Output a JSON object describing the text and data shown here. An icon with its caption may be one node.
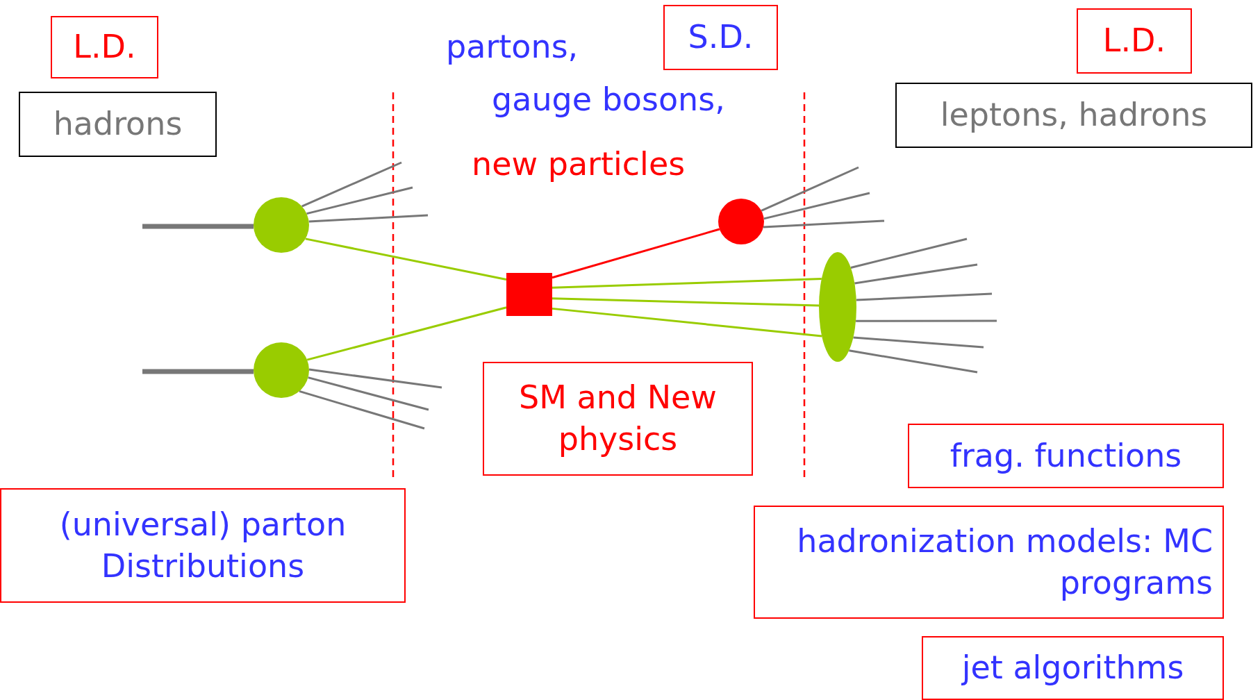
{
  "diagram": {
    "nodes": [
      {
        "text": [
          "L.D."
        ]
      },
      {
        "text": [
          "hadrons"
        ]
      },
      {
        "text": [
          "S.D."
        ]
      },
      {
        "text": [
          "L.D."
        ]
      },
      {
        "text": [
          "leptons, hadrons"
        ]
      },
      {
        "text": [],
        "shape": "circle"
      },
      {
        "text": [],
        "shape": "circle"
      },
      {
        "text": [],
        "shape": "box"
      },
      {
        "text": [],
        "shape": "circle"
      },
      {
        "text": [],
        "shape": "ellipse"
      },
      {
        "text": [
          "SM and New physics"
        ]
      },
      {
        "text": [
          "(universal) parton Distributions"
        ]
      },
      {
        "text": [
          "frag. functions"
        ]
      },
      {
        "text": [
          "hadronization models: MC programs"
        ]
      },
      {
        "text": [
          "jet algorithms"
        ]
      }
    ],
    "edges": [
      {
        "from": null,
        "to": 5,
        "arrow": "none",
        "style": "thick",
        "color": "#777777"
      },
      {
        "from": null,
        "to": 6,
        "arrow": "none",
        "style": "thick",
        "color": "#777777"
      },
      {
        "from": 5,
        "to": null,
        "arrow": "none",
        "color": "#777777"
      },
      {
        "from": 5,
        "to": null,
        "arrow": "none",
        "color": "#777777"
      },
      {
        "from": 5,
        "to": null,
        "arrow": "none",
        "color": "#777777"
      },
      {
        "from": 6,
        "to": null,
        "arrow": "none",
        "color": "#777777"
      },
      {
        "from": 6,
        "to": null,
        "arrow": "none",
        "color": "#777777"
      },
      {
        "from": 6,
        "to": null,
        "arrow": "none",
        "color": "#777777"
      },
      {
        "from": 5,
        "to": 7,
        "arrow": "none",
        "color": "#99cc00"
      },
      {
        "from": 6,
        "to": 7,
        "arrow": "none",
        "color": "#99cc00"
      },
      {
        "from": 7,
        "to": 8,
        "arrow": "none",
        "color": "#ff0000"
      },
      {
        "from": 7,
        "to": 9,
        "arrow": "none",
        "color": "#99cc00"
      },
      {
        "from": 7,
        "to": 9,
        "arrow": "none",
        "color": "#99cc00"
      },
      {
        "from": 7,
        "to": 9,
        "arrow": "none",
        "color": "#99cc00"
      },
      {
        "from": 8,
        "to": null,
        "arrow": "none",
        "color": "#777777"
      },
      {
        "from": 8,
        "to": null,
        "arrow": "none",
        "color": "#777777"
      },
      {
        "from": 8,
        "to": null,
        "arrow": "none",
        "color": "#777777"
      },
      {
        "from": 9,
        "to": null,
        "arrow": "none",
        "color": "#777777"
      },
      {
        "from": 9,
        "to": null,
        "arrow": "none",
        "color": "#777777"
      },
      {
        "from": 9,
        "to": null,
        "arrow": "none",
        "color": "#777777"
      },
      {
        "from": 9,
        "to": null,
        "arrow": "none",
        "color": "#777777"
      },
      {
        "from": 9,
        "to": null,
        "arrow": "none",
        "color": "#777777"
      },
      {
        "from": 9,
        "to": null,
        "arrow": "none",
        "color": "#777777"
      }
    ],
    "labels": [
      "partons,",
      "gauge bosons,",
      "new particles"
    ]
  }
}
